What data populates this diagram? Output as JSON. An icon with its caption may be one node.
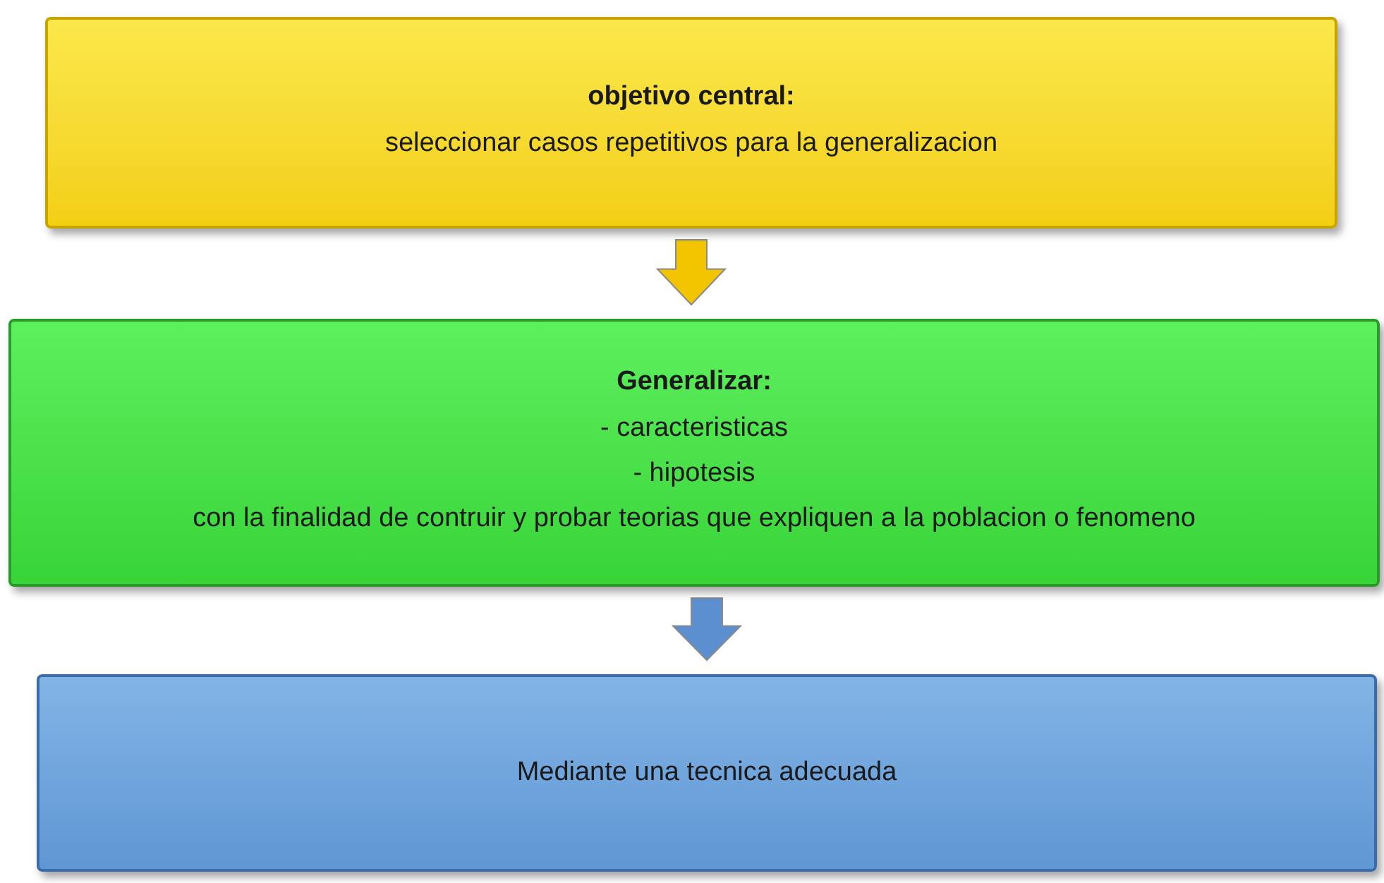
{
  "diagram": {
    "nodes": [
      {
        "text": [
          "objetivo central:",
          "seleccionar casos repetitivos para la generalizacion"
        ]
      },
      {
        "text": [
          "Generalizar:",
          "- caracteristicas",
          "- hipotesis",
          "con la finalidad de contruir y probar teorias que expliquen a la poblacion o fenomeno"
        ]
      },
      {
        "text": [
          "Mediante una tecnica adecuada"
        ]
      }
    ],
    "edges": [
      {
        "from": 0,
        "to": 1,
        "arrow": "to",
        "color": "#f2c500"
      },
      {
        "from": 1,
        "to": 2,
        "arrow": "to",
        "color": "#5b8fd0"
      }
    ]
  }
}
